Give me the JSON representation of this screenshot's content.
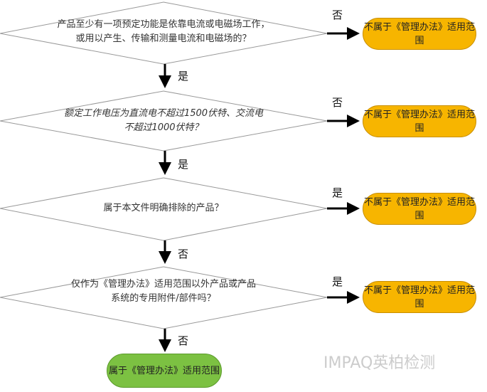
{
  "questions": [
    {
      "text": "产品至少有一项预定功能是依靠电流或电磁场工作，或用以产生、传输和测量电流和电磁场的？",
      "down_label": "是",
      "right_label": "否"
    },
    {
      "text": "额定工作电压为直流电不超过1500伏特、交流电不超过1000伏特？",
      "down_label": "是",
      "right_label": "否"
    },
    {
      "text": "属于本文件明确排除的产品？",
      "down_label": "否",
      "right_label": "是"
    },
    {
      "text": "仅作为《管理办法》适用范围以外产品或产品系统的专用附件/部件吗？",
      "down_label": "否",
      "right_label": "是"
    }
  ],
  "outcomes": {
    "excluded": "不属于《管理办法》适用范围",
    "included": "属于《管理办法》适用范围"
  },
  "watermark": "IMPAQ英柏检测",
  "colors": {
    "excluded": "#f7b500",
    "included": "#7cc142"
  }
}
